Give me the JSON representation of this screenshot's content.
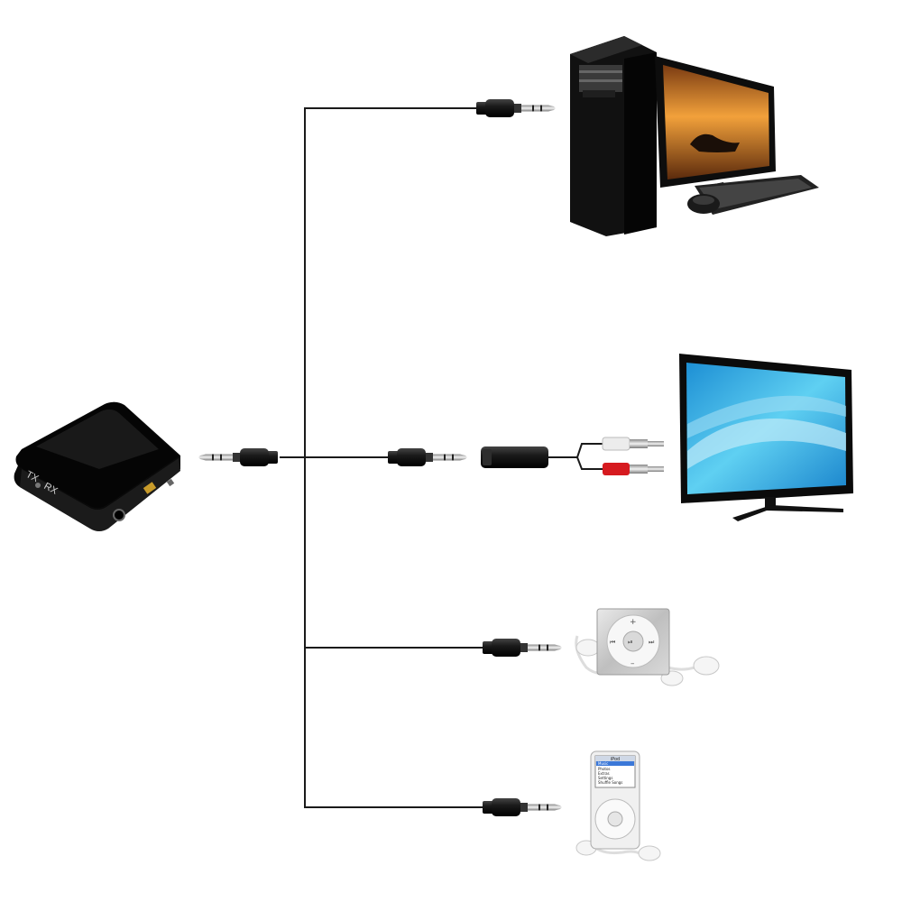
{
  "transmitter": {
    "labels": {
      "tx": "TX",
      "rx": "RX"
    }
  },
  "devices": [
    {
      "id": "computer",
      "plug": "3.5mm"
    },
    {
      "id": "tv",
      "plug": "3.5mm-to-rca"
    },
    {
      "id": "ipod-shuffle",
      "plug": "3.5mm"
    },
    {
      "id": "ipod-nano",
      "plug": "3.5mm"
    }
  ],
  "ipod_nano_menu": {
    "title": "iPod",
    "items": [
      "Music",
      "Photos",
      "Extras",
      "Settings",
      "Shuffle Songs"
    ]
  },
  "colors": {
    "cable": "#1a1a1a",
    "plug_body": "#1c1c1c",
    "rca_red": "#d61a1f",
    "rca_white": "#eeeeee",
    "tv_screen": "#27b4e6",
    "monitor_screen": "#e8922a"
  }
}
